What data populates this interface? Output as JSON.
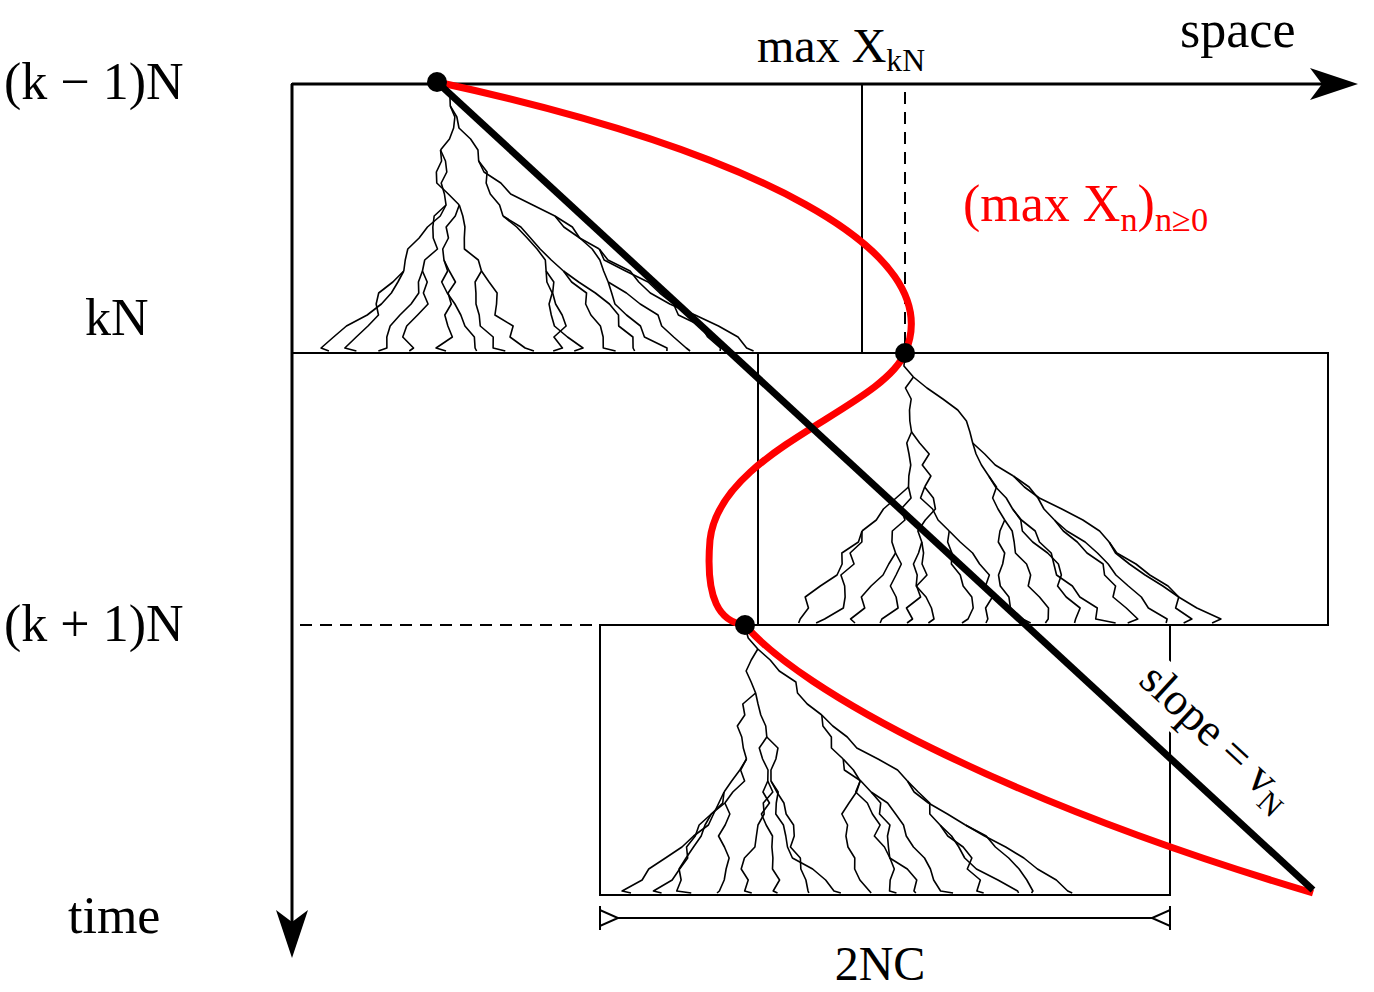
{
  "diagram": {
    "labels": [
      "space",
      "(k − 1)N",
      "max X",
      "kN",
      "(max X",
      "n",
      ")",
      "n≥0",
      "kN",
      "(k + 1)N",
      "slope = v",
      "N",
      "time",
      "2NC"
    ]
  }
}
